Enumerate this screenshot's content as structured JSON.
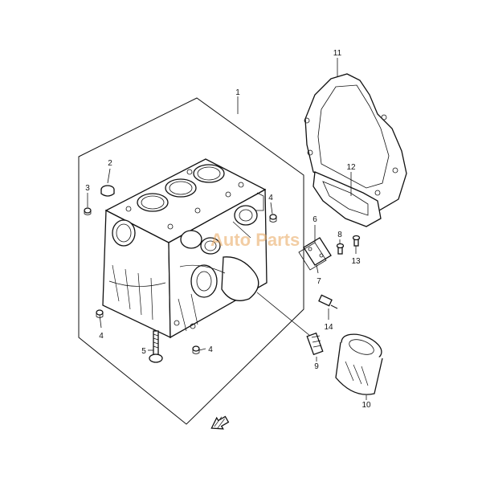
{
  "colors": {
    "line": "#111111",
    "watermark": "#e9a65a"
  },
  "watermark": {
    "text": "Auto Parts"
  },
  "callouts": [
    {
      "id": "c1",
      "label": "1"
    },
    {
      "id": "c2",
      "label": "2"
    },
    {
      "id": "c3",
      "label": "3"
    },
    {
      "id": "c4a",
      "label": "4"
    },
    {
      "id": "c4b",
      "label": "4"
    },
    {
      "id": "c4c",
      "label": "4"
    },
    {
      "id": "c5",
      "label": "5"
    },
    {
      "id": "c6",
      "label": "6"
    },
    {
      "id": "c7",
      "label": "7"
    },
    {
      "id": "c8",
      "label": "8"
    },
    {
      "id": "c9",
      "label": "9"
    },
    {
      "id": "c10",
      "label": "10"
    },
    {
      "id": "c11",
      "label": "11"
    },
    {
      "id": "c12",
      "label": "12"
    },
    {
      "id": "c13",
      "label": "13"
    },
    {
      "id": "c14",
      "label": "14"
    }
  ],
  "icons": {
    "front_arrow": "front-direction-arrow-icon"
  }
}
